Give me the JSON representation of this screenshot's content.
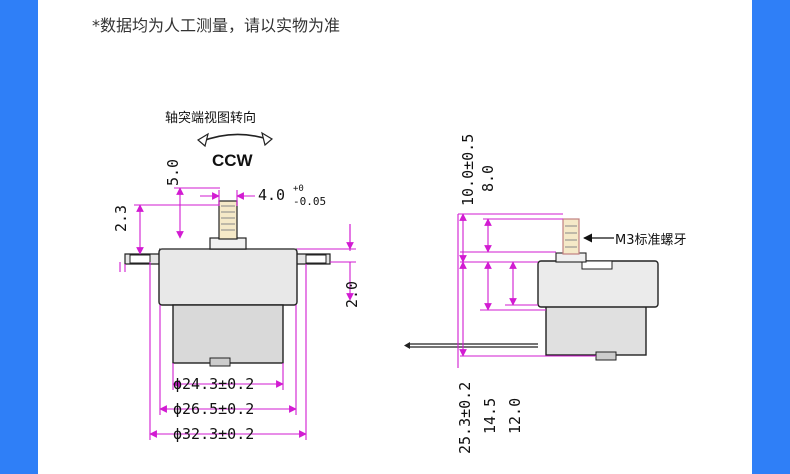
{
  "colors": {
    "band": "#2f7ff7",
    "dimension": "#d21bd2",
    "body": "#e3e3e3",
    "outline": "#222222"
  },
  "note": "*数据均为人工测量，请以实物为准",
  "left_view": {
    "rotation_title": "轴突端视图转向",
    "rotation_dir": "CCW",
    "dim_shaft_height": "5.0",
    "dim_shaft_dia_base": "4.0",
    "dim_shaft_dia_upper": "+0",
    "dim_shaft_dia_lower": "-0.05",
    "dim_flange_height": "2.3",
    "dim_body_offset": "2.0",
    "dia_1": "ϕ24.3±0.2",
    "dia_2": "ϕ26.5±0.2",
    "dia_3": "ϕ32.3±0.2"
  },
  "right_view": {
    "dim_top_total": "10.0±0.5",
    "dim_top_shaft": "8.0",
    "thread_label": "M3标准螺牙",
    "dim_bottom_total": "25.3±0.2",
    "dim_bottom_mid": "14.5",
    "dim_bottom_body": "12.0"
  }
}
